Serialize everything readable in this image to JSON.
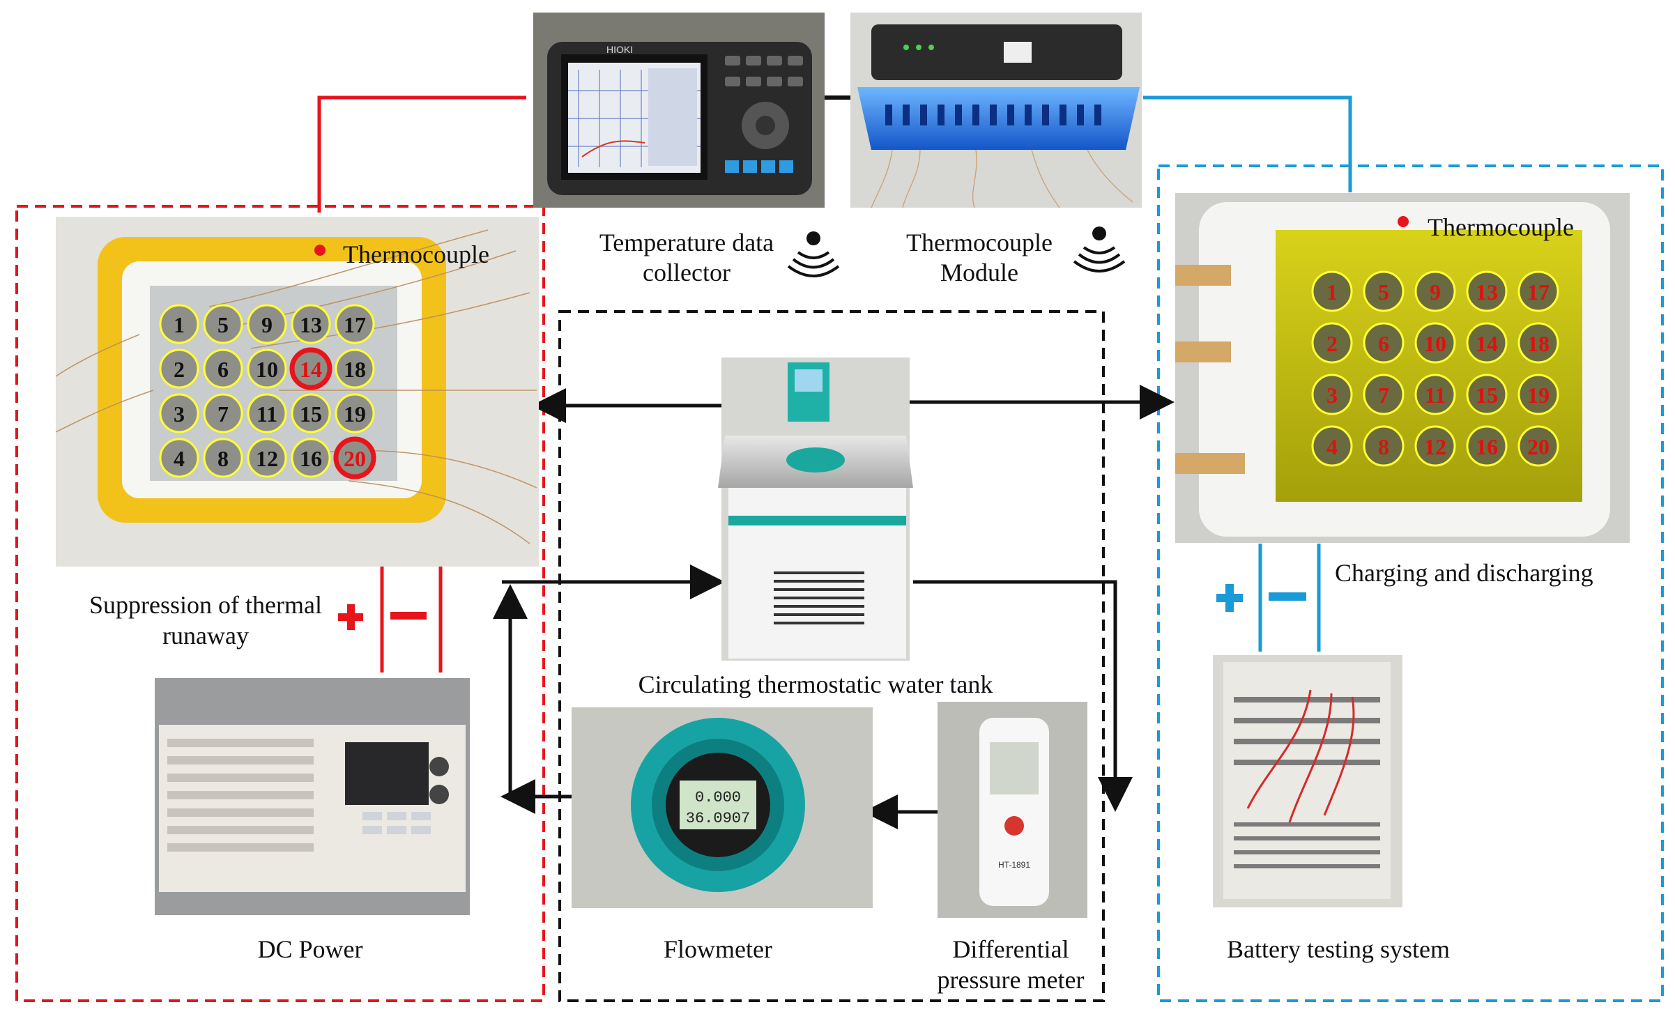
{
  "labels": {
    "temp_collector_l1": "Temperature data",
    "temp_collector_l2": "collector",
    "tc_module_l1": "Thermocouple",
    "tc_module_l2": "Module",
    "thermocouple_left": "Thermocouple",
    "thermocouple_right": "Thermocouple",
    "suppression_l1": "Suppression of thermal",
    "suppression_l2": "runaway",
    "charging": "Charging and discharging",
    "water_tank": "Circulating thermostatic water tank",
    "dc_power": "DC Power",
    "flowmeter": "Flowmeter",
    "diff_l1": "Differential",
    "diff_l2": "pressure meter",
    "battery_system": "Battery testing system"
  },
  "battery_numbers": [
    "1",
    "2",
    "3",
    "4",
    "5",
    "6",
    "7",
    "8",
    "9",
    "10",
    "11",
    "12",
    "13",
    "14",
    "15",
    "16",
    "17",
    "18",
    "19",
    "20"
  ],
  "highlighted_cells": [
    "14",
    "20"
  ],
  "device_text": {
    "hioki": "HIOKI",
    "flow_line1": "0.000",
    "flow_line2": "36.0907",
    "manometer": "HT-1891"
  },
  "colors": {
    "red": "#e8141b",
    "blue": "#1a9ad6",
    "black": "#111111",
    "yellow_ring": "#ffff33",
    "cell_number_red": "#e01010"
  }
}
